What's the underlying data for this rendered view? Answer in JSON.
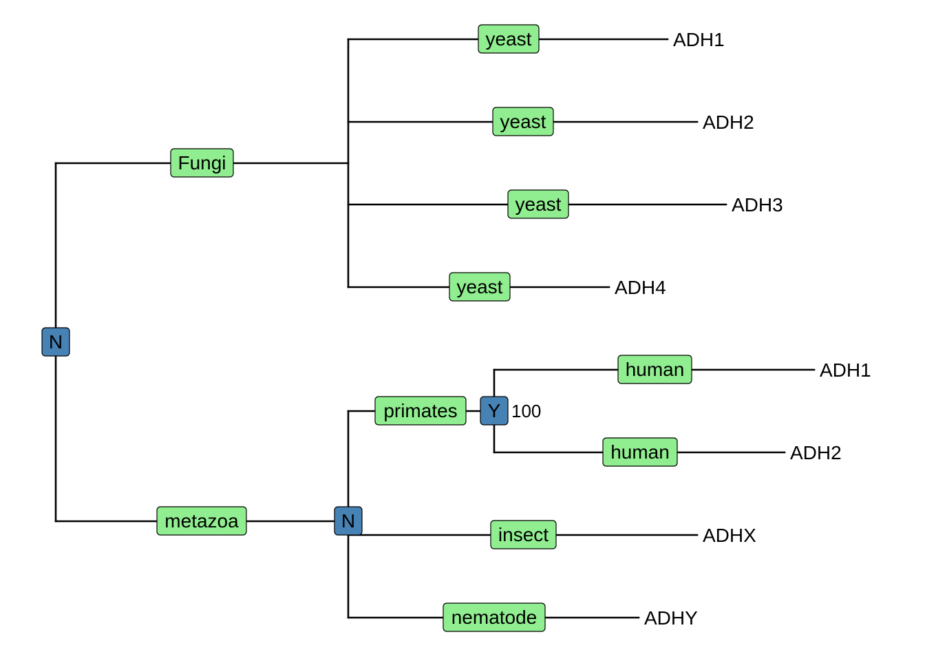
{
  "colors": {
    "clade_label_fill": "#90EE90",
    "duplication_node_fill": "#4682B4",
    "branch": "#000000"
  },
  "nodes": {
    "root": {
      "event": "N"
    },
    "fungi_split": {
      "clade": "Fungi"
    },
    "metazoa_split": {
      "clade": "metazoa",
      "event": "N"
    },
    "primates_split": {
      "clade": "primates",
      "event": "Y",
      "support": "100"
    }
  },
  "leaves": [
    {
      "taxon": "yeast",
      "gene": "ADH1"
    },
    {
      "taxon": "yeast",
      "gene": "ADH2"
    },
    {
      "taxon": "yeast",
      "gene": "ADH3"
    },
    {
      "taxon": "yeast",
      "gene": "ADH4"
    },
    {
      "taxon": "human",
      "gene": "ADH1"
    },
    {
      "taxon": "human",
      "gene": "ADH2"
    },
    {
      "taxon": "insect",
      "gene": "ADHX"
    },
    {
      "taxon": "nematode",
      "gene": "ADHY"
    }
  ]
}
